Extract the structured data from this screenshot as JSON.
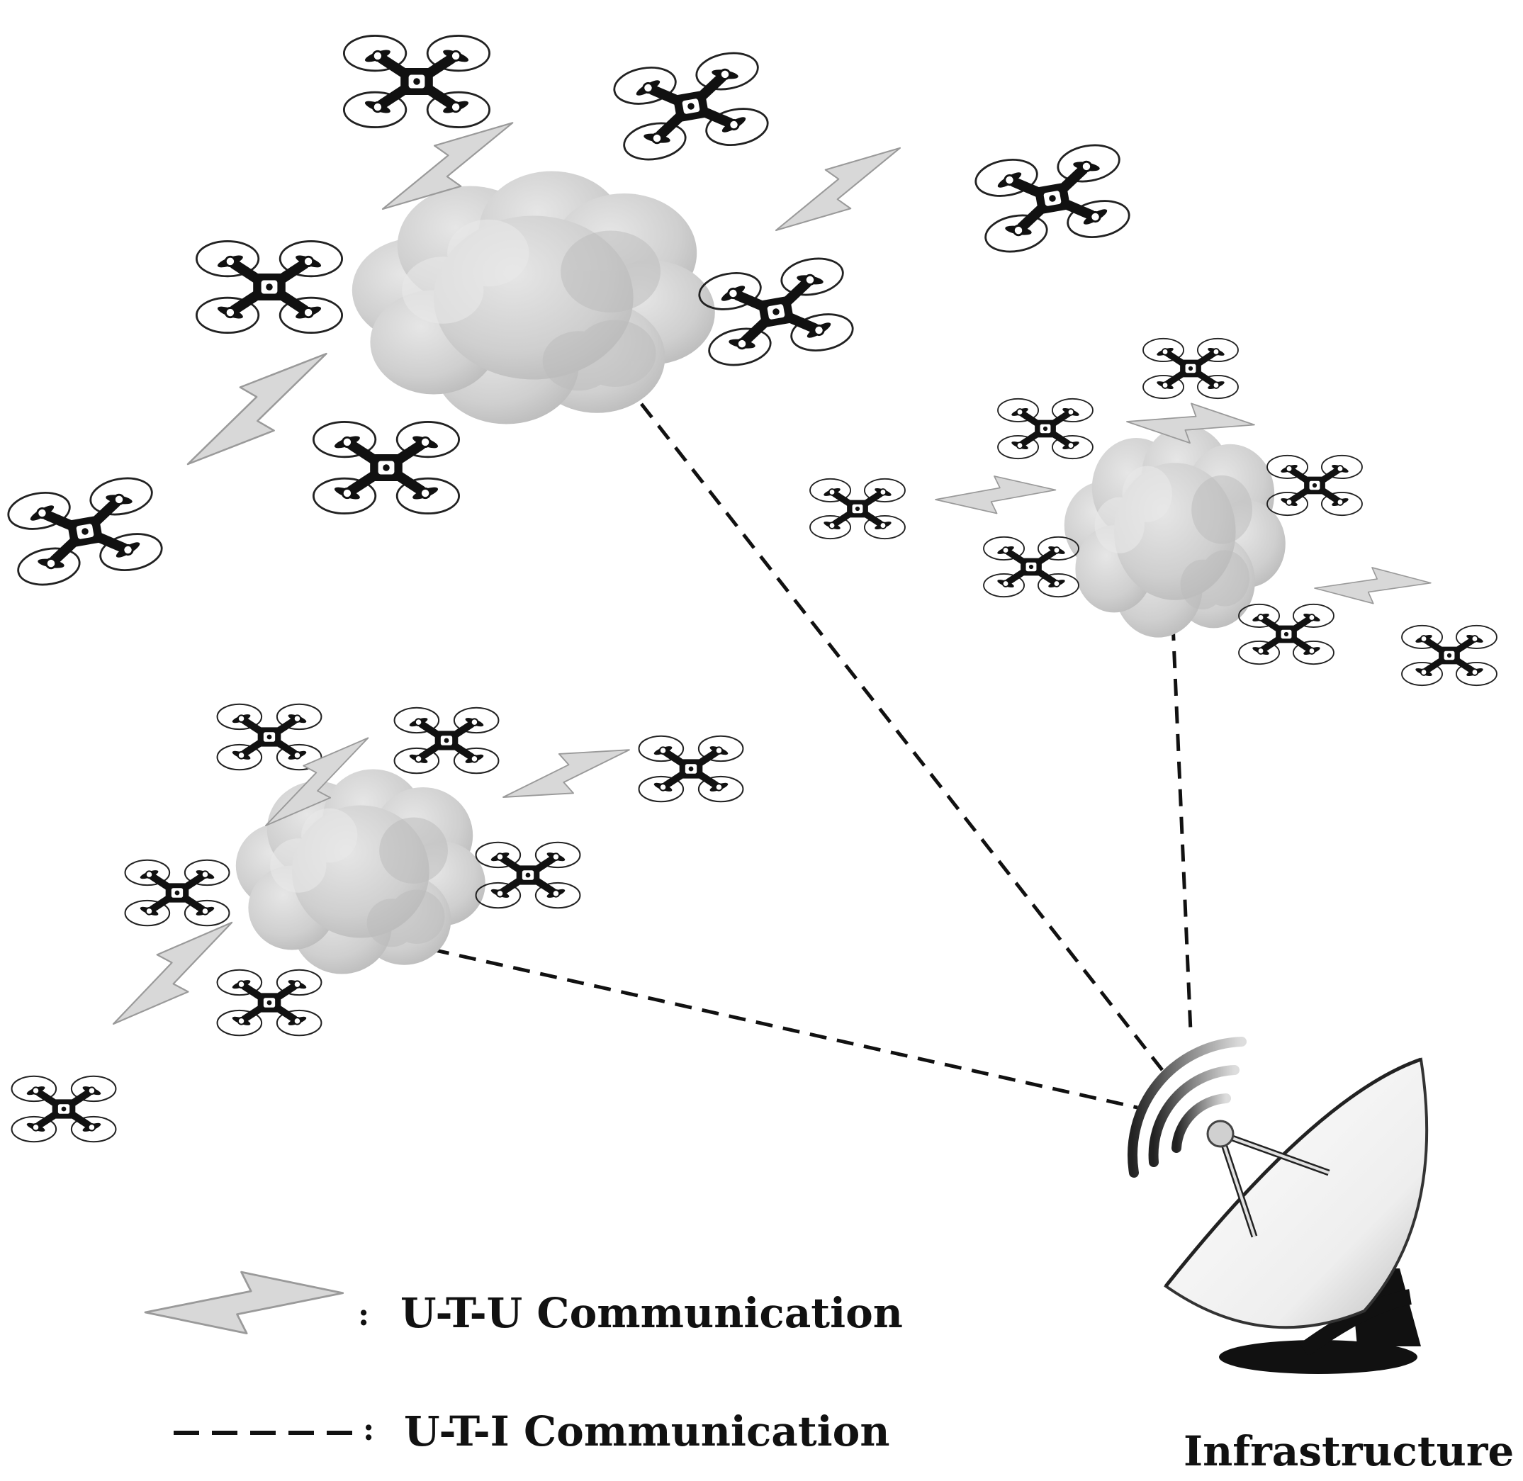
{
  "legend": {
    "utu_separator": ":",
    "utu_label": "U-T-U Communication",
    "uti_separator": ":",
    "uti_label": "U-T-I Communication"
  },
  "infrastructure": {
    "label": "Infrastructure"
  },
  "icons": {
    "drone": "quadcopter-drone-icon",
    "cloud": "cluster-cloud-icon",
    "lightning": "wireless-link-icon",
    "dish": "satellite-dish-icon"
  },
  "colors": {
    "cloud": "#c8c8c8",
    "lightning": "#d6d6d6",
    "ink": "#111111"
  }
}
